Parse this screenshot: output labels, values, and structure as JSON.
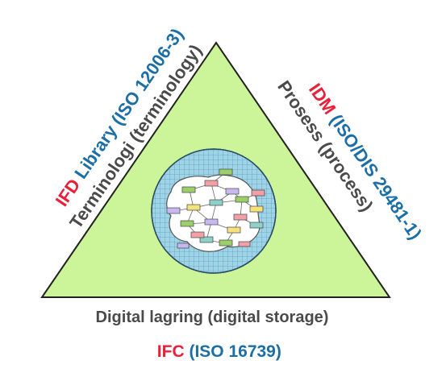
{
  "left_side": {
    "acronym": "IFD",
    "standard": " Library (ISO 12006-3)",
    "description": "Terminologi (terminology)"
  },
  "right_side": {
    "acronym": "IDM",
    "standard": " (ISO/DIS 29481-1)",
    "description": "Prosess (process)"
  },
  "bottom_side": {
    "description": "Digital lagring (digital storage)",
    "acronym": "IFC",
    "standard": " (ISO 16739)"
  },
  "colors": {
    "triangle_fill": "#ccf599",
    "triangle_stroke": "#222222",
    "acronym_red": "#e8203a",
    "standard_blue": "#1c6fa6",
    "description_dark": "#4a4a4a",
    "globe_fill": "#9fd3e6",
    "globe_grid": "#5a9fc0",
    "blob_fill": "#ffffff",
    "node_colors": [
      "#9ccf6a",
      "#f2a0a8",
      "#c9b8f0",
      "#f5e27a",
      "#8fd0c8"
    ]
  }
}
